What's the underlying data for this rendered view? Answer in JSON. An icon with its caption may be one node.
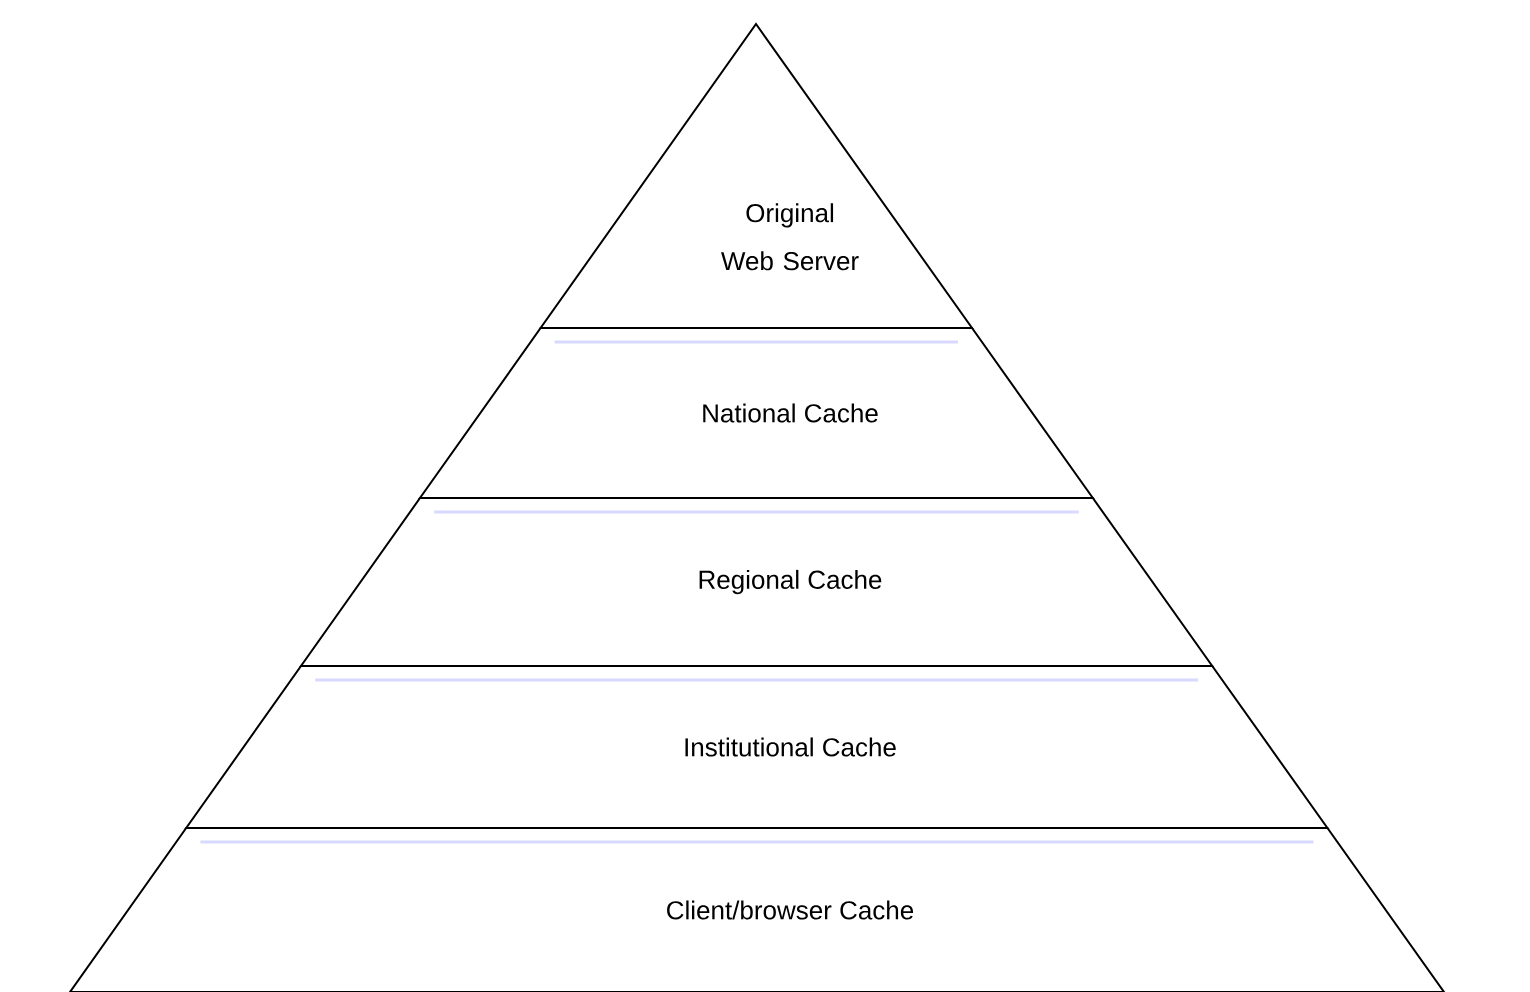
{
  "diagram": {
    "nodes": [
      {
        "text": [
          "Original Web Server"
        ]
      },
      {
        "text": [
          "National Cache"
        ]
      },
      {
        "text": [
          "Regional Cache"
        ]
      },
      {
        "text": [
          "Institutional Cache"
        ]
      },
      {
        "text": [
          "Client/browser Cache"
        ]
      }
    ]
  }
}
